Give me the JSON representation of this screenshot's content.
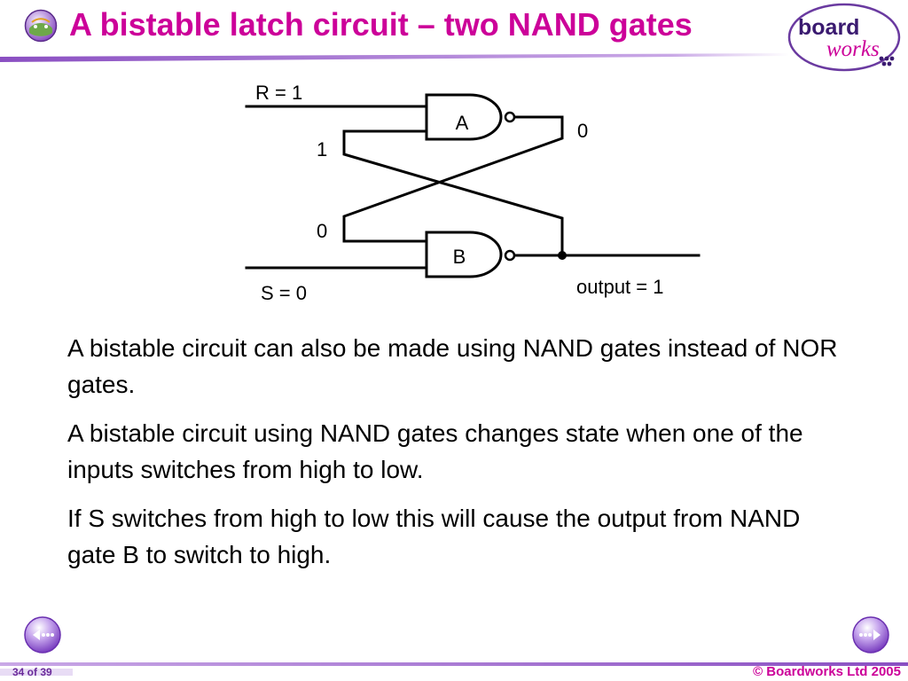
{
  "slide": {
    "title": "A bistable latch circuit – two NAND gates",
    "logo_text": [
      "board",
      "works"
    ],
    "page_number": "34 of 39",
    "copyright": "© Boardworks Ltd 2005"
  },
  "diagram": {
    "gate_a_label": "A",
    "gate_b_label": "B",
    "r_label": "R = 1",
    "s_label": "S = 0",
    "gate_a_output": "0",
    "gate_a_feedback_input": "1",
    "gate_b_feedback_input": "0",
    "output_label": "output = 1"
  },
  "paragraphs": [
    "A bistable circuit can also be made using NAND gates instead of NOR gates.",
    "A bistable circuit using NAND gates changes state when one of the inputs switches from high to low.",
    "If S switches from high to low this will cause the output from NAND gate B to switch to high."
  ],
  "icons": {
    "title_icon": "circuit-slide-icon",
    "prev": "back-arrow-icon",
    "next": "forward-arrow-icon"
  },
  "colors": {
    "title": "#cc0099",
    "accent_purple": "#8a4fc2",
    "footer_purple": "#9b59b6",
    "logo_board": "#3a1a70",
    "logo_works": "#cc0099"
  }
}
